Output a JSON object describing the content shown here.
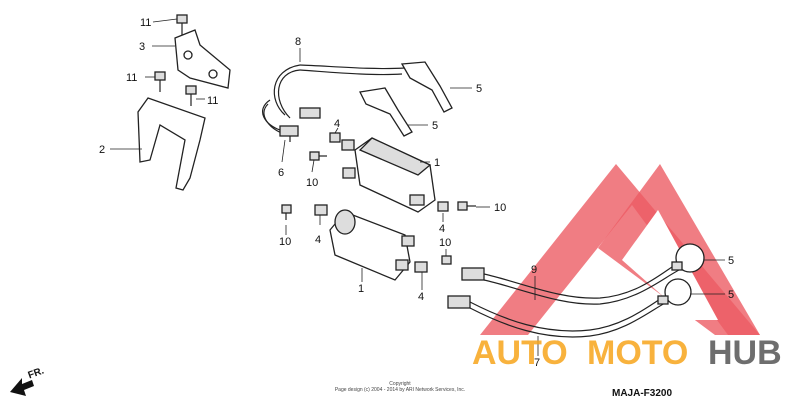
{
  "labels": {
    "l11a": "11",
    "l3": "3",
    "l11b": "11",
    "l11c": "11",
    "l2": "2",
    "l8": "8",
    "l5a": "5",
    "l5b": "5",
    "l4a": "4",
    "l1a": "1",
    "l6": "6",
    "l10a": "10",
    "l10b": "10",
    "l4b": "4",
    "l10c": "10",
    "l4c": "4",
    "l10d": "10",
    "l1b": "1",
    "l4d": "4",
    "l9": "9",
    "l5c": "5",
    "l5d": "5",
    "l7": "7"
  },
  "footer": {
    "copyright_line1": "Copyright",
    "copyright_line2": "Page design (c) 2004 - 2014 by ARI Network Services, Inc.",
    "diagram_code": "MAJA-F3200",
    "direction": "FR."
  },
  "watermark": {
    "text_a": "AUTO",
    "text_b": "MOTO",
    "text_c": "HUB",
    "colors": {
      "red": "#e8303a",
      "orange": "#f7a51c",
      "gray": "#555555"
    }
  }
}
